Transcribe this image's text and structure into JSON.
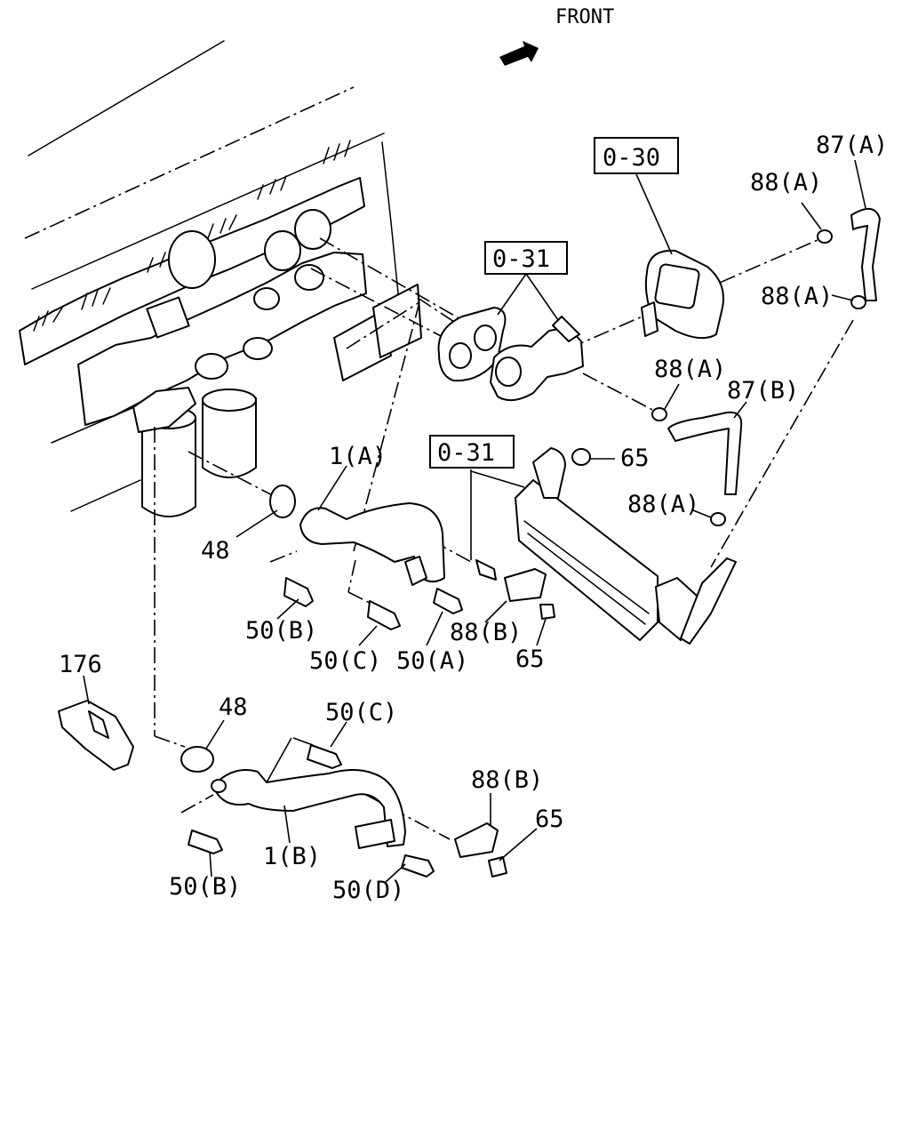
{
  "orientation": {
    "label": "FRONT"
  },
  "reference_boxes": [
    {
      "id": "ref-0-30",
      "text": "0-30"
    },
    {
      "id": "ref-0-31-top",
      "text": "0-31"
    },
    {
      "id": "ref-0-31-mid",
      "text": "0-31"
    }
  ],
  "callouts": {
    "c87a": "87(A)",
    "c88a_1": "88(A)",
    "c88a_2": "88(A)",
    "c88a_3": "88(A)",
    "c87b": "87(B)",
    "c88a_4": "88(A)",
    "c65_1": "65",
    "c1a": "1(A)",
    "c48_1": "48",
    "c50b_1": "50(B)",
    "c50c_1": "50(C)",
    "c50a": "50(A)",
    "c88b_1": "88(B)",
    "c65_2": "65",
    "c176": "176",
    "c48_2": "48",
    "c50c_2": "50(C)",
    "c88b_2": "88(B)",
    "c65_3": "65",
    "c1b": "1(B)",
    "c50b_2": "50(B)",
    "c50d": "50(D)"
  }
}
